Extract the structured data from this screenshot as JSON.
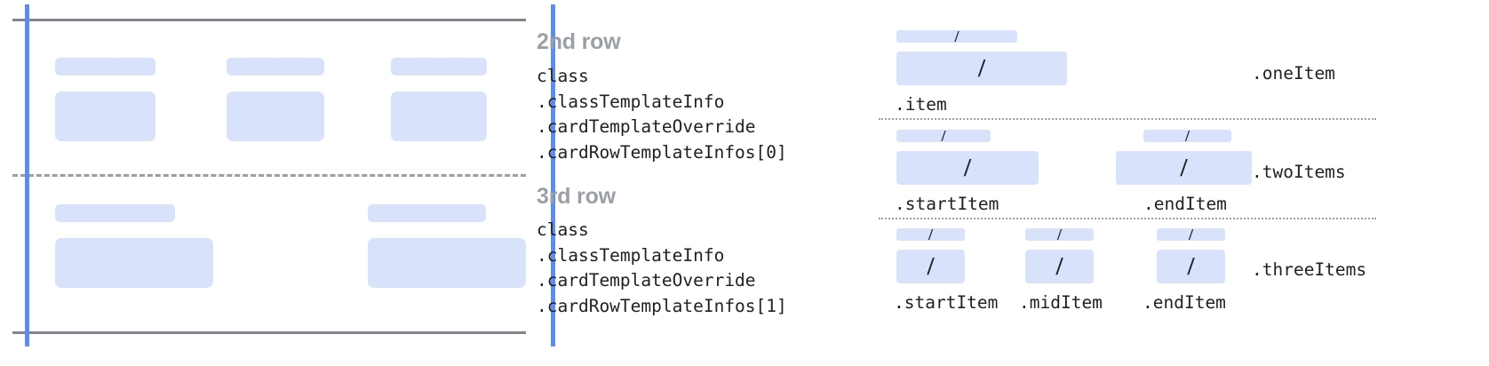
{
  "colors": {
    "accent_blue": "#5b8dee",
    "box_fill": "#d9e2fb",
    "rule_gray": "#80868b",
    "dash_gray": "#9aa0a6",
    "heading_gray": "#9aa0a6",
    "text": "#202124"
  },
  "left_diagram": {
    "name": "card-row-template-preview",
    "rows": [
      {
        "name": "second-row-preview",
        "columns": [
          {
            "pill_width": 113,
            "block_width": 113
          },
          {
            "pill_width": 110,
            "block_width": 110
          },
          {
            "pill_width": 108,
            "block_width": 108
          }
        ]
      },
      {
        "name": "third-row-preview",
        "columns": [
          {
            "pill_width": 135,
            "block_width": 178
          },
          {
            "pill_width": 133,
            "block_width": 178
          }
        ]
      }
    ]
  },
  "mid_column": {
    "groups": [
      {
        "heading": "2nd row",
        "code": "class\n.classTemplateInfo\n.cardTemplateOverride\n.cardRowTemplateInfos[0]"
      },
      {
        "heading": "3rd row",
        "code": "class\n.classTemplateInfo\n.cardTemplateOverride\n.cardRowTemplateInfos[1]"
      }
    ]
  },
  "right_diagram": {
    "slash_glyph": "/",
    "sections": [
      {
        "name": "one-item-section",
        "row_label": ".oneItem",
        "items": [
          {
            "label": ".item",
            "small_width": 136,
            "big_width": 192
          }
        ]
      },
      {
        "name": "two-items-section",
        "row_label": ".twoItems",
        "items": [
          {
            "label": ".startItem",
            "small_width": 106,
            "big_width": 160
          },
          {
            "label": ".endItem",
            "small_width": 99,
            "big_width": 153
          }
        ]
      },
      {
        "name": "three-items-section",
        "row_label": ".threeItems",
        "items": [
          {
            "label": ".startItem",
            "small_width": 77,
            "big_width": 77
          },
          {
            "label": ".midItem",
            "small_width": 77,
            "big_width": 77
          },
          {
            "label": ".endItem",
            "small_width": 77,
            "big_width": 77
          }
        ]
      }
    ]
  }
}
